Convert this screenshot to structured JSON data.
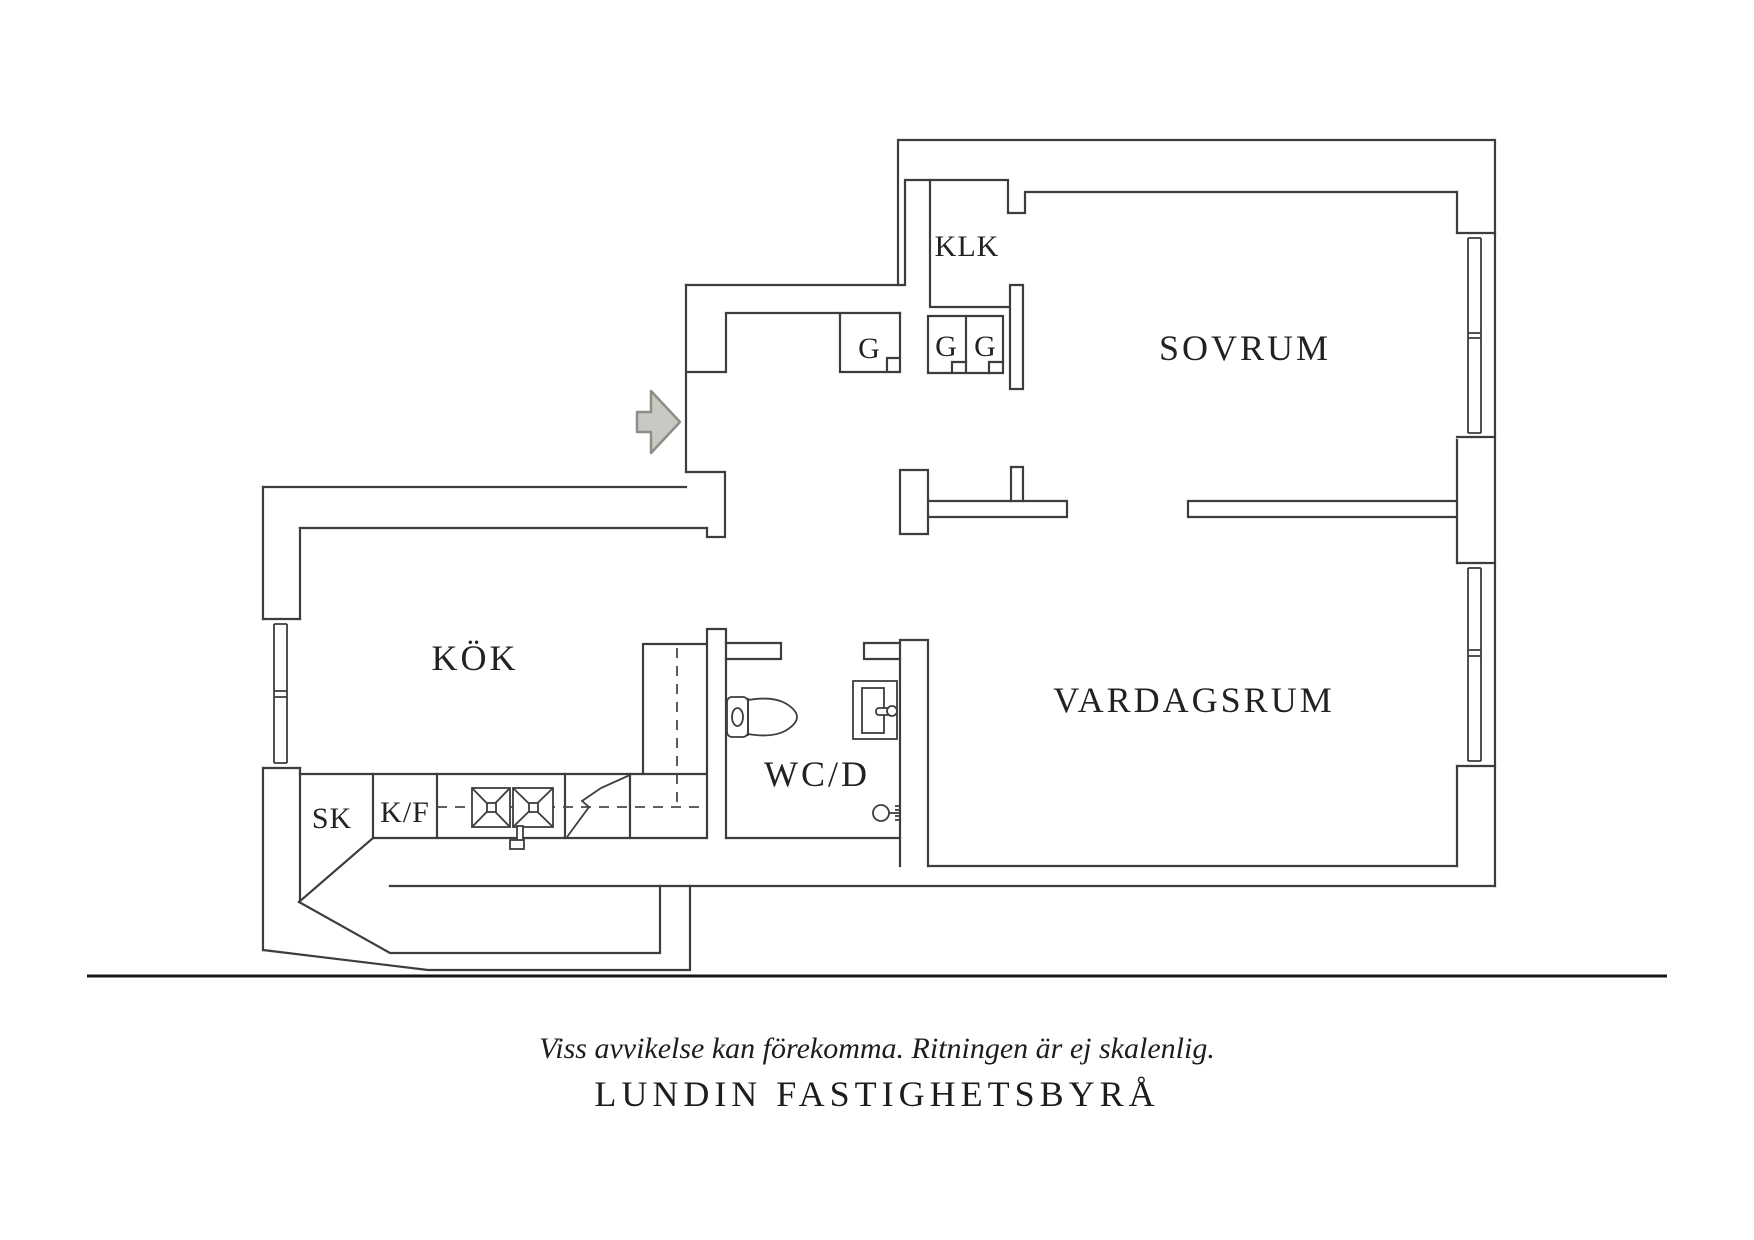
{
  "floorplan": {
    "labels": {
      "klk": "KLK",
      "sovrum": "SOVRUM",
      "kok": "KÖK",
      "vardagsrum": "VARDAGSRUM",
      "wcd": "WC/D",
      "sk": "SK",
      "kf": "K/F"
    },
    "wardrobes": [
      "G",
      "G",
      "G"
    ],
    "icons": [
      "entry-arrow-icon",
      "toilet-icon",
      "bathroom-sink-icon",
      "kitchen-sink-icon",
      "stove-icon",
      "window-icon",
      "shower-mixer-icon",
      "faucet-icon"
    ],
    "colors": {
      "wall": "#3d3d3d",
      "arrow_fill": "#c9c9c3",
      "arrow_stroke": "#8e8e88",
      "text": "#222222",
      "background": "#ffffff"
    }
  },
  "footer": {
    "disclaimer": "Viss avvikelse kan förekomma. Ritningen är ej skalenlig.",
    "brand": "LUNDIN FASTIGHETSBYRÅ"
  }
}
